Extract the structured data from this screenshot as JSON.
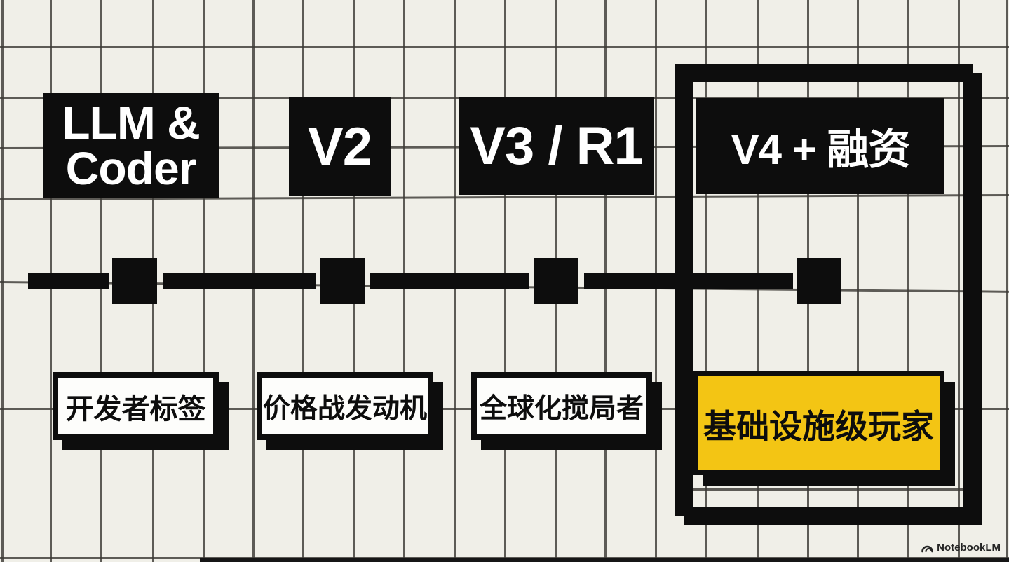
{
  "milestones": [
    {
      "title": "LLM & Coder",
      "tag": "开发者标签",
      "highlighted": false
    },
    {
      "title": "V2",
      "tag": "价格战发动机",
      "highlighted": false
    },
    {
      "title": "V3 / R1",
      "tag": "全球化搅局者",
      "highlighted": false
    },
    {
      "title": "V4 + 融资",
      "tag": "基础设施级玩家",
      "highlighted": true
    }
  ],
  "watermark": {
    "brand": "NotebookLM"
  },
  "colors": {
    "paper": "#f0efe8",
    "ink": "#0d0d0d",
    "grid_line": "#3c3b36",
    "highlight_yellow": "#f3c514"
  }
}
